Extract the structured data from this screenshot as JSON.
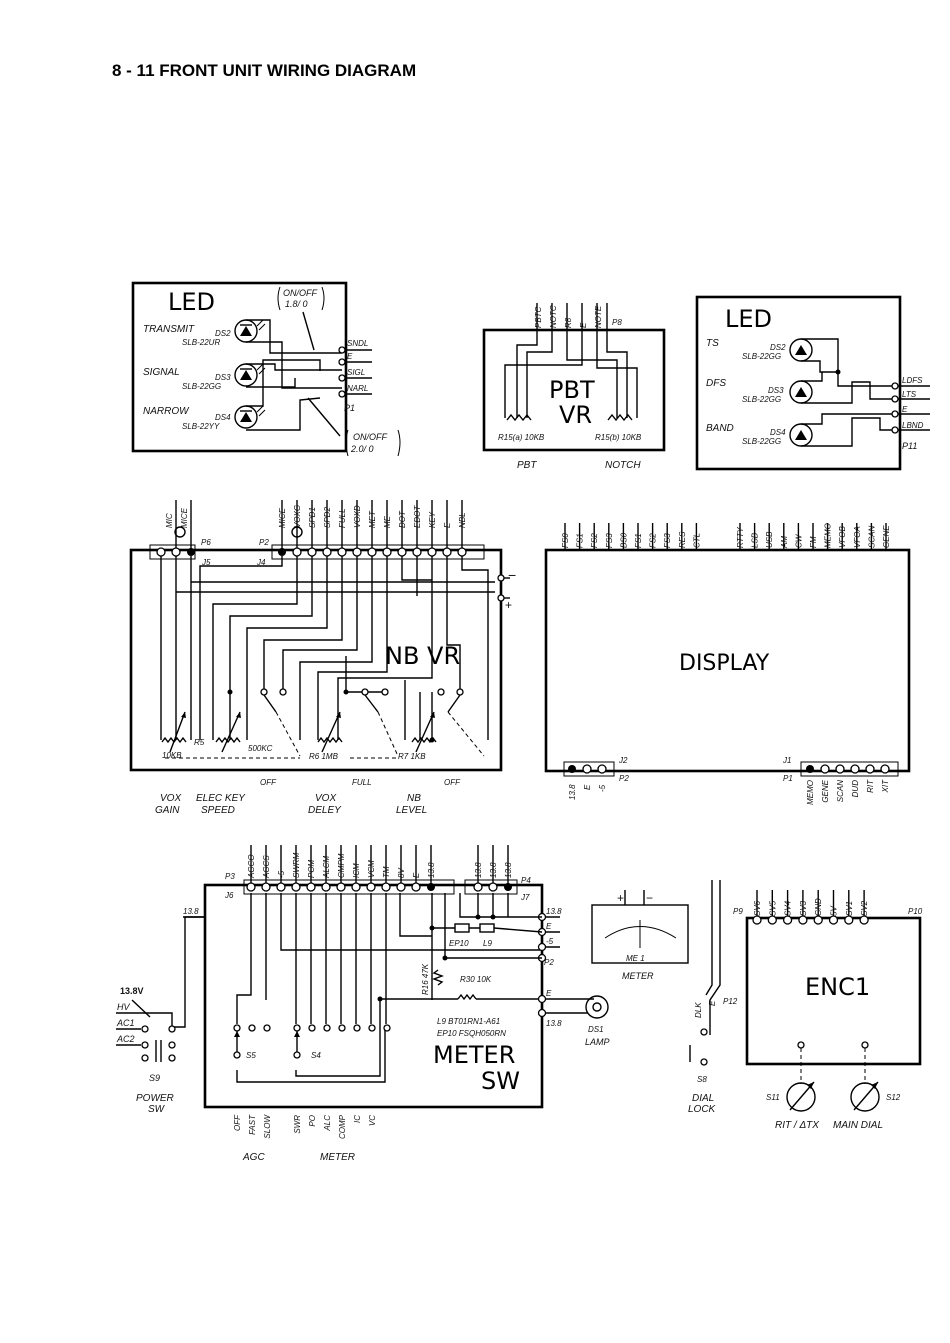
{
  "header": {
    "title": "8 - 11   FRONT UNIT WIRING DIAGRAM"
  },
  "led_left": {
    "title": "LED",
    "onoff_top": [
      "ON/OFF",
      "1.8/ 0"
    ],
    "onoff_bottom": [
      "ON/OFF",
      "2.0/ 0"
    ],
    "rows": [
      {
        "name": "TRANSMIT",
        "ds": "DS2",
        "part": "SLB-22UR"
      },
      {
        "name": "SIGNAL",
        "ds": "DS3",
        "part": "SLB-22GG"
      },
      {
        "name": "NARROW",
        "ds": "DS4",
        "part": "SLB-22YY"
      }
    ],
    "connector": "P1",
    "pins": [
      "SNDL",
      "E",
      "SIGL",
      "NARL"
    ]
  },
  "pbt": {
    "title_lines": [
      "PBT",
      "VR"
    ],
    "connector": "P8",
    "pins": [
      "PBTC",
      "NOTC",
      "R8",
      "E",
      "NOTE"
    ],
    "r_left": "R15(a) 10KB",
    "r_right": "R15(b) 10KB",
    "label_left": "PBT",
    "label_right": "NOTCH"
  },
  "led_right": {
    "title": "LED",
    "rows": [
      {
        "name": "TS",
        "ds": "DS2",
        "part": "SLB-22GG"
      },
      {
        "name": "DFS",
        "ds": "DS3",
        "part": "SLB-22GG"
      },
      {
        "name": "BAND",
        "ds": "DS4",
        "part": "SLB-22GG"
      }
    ],
    "connector": "P11",
    "pins": [
      "LDFS",
      "LTS",
      "E",
      "LBND"
    ]
  },
  "nb_board": {
    "title": "NB VR",
    "p6_pins": [
      "MIC",
      "MICE"
    ],
    "p6": "P6",
    "j5": "J5",
    "p2": "P2",
    "j4": "J4",
    "p2_pins": [
      "MICE",
      "VOXG",
      "SPD1",
      "SPD2",
      "FULL",
      "VOXD",
      "MET",
      "ME",
      "DOT",
      "EDOT",
      "KEY",
      "E",
      "NBL"
    ],
    "minus": "−",
    "plus": "+",
    "r5": "R5",
    "r5_val": "10KB",
    "r5b_val": "500KC",
    "r6": "R6 1MB",
    "r7": "R7 1KB",
    "sw_labels": [
      "OFF",
      "FULL",
      "OFF"
    ],
    "bottom_labels": [
      [
        "VOX",
        "GAIN"
      ],
      [
        "ELEC KEY",
        "SPEED"
      ],
      [
        "VOX",
        "DELEY"
      ],
      [
        "NB",
        "LEVEL"
      ]
    ]
  },
  "display": {
    "title": "DISPLAY",
    "top_pins_a": [
      "FS0",
      "FS1",
      "FS2",
      "FS3",
      "BS0",
      "FS1",
      "FS2",
      "FS3",
      "RES",
      "CTL"
    ],
    "top_pins_b": [
      "RTTY",
      "LSB",
      "USB",
      "AM",
      "CW",
      "FM",
      "MEMO",
      "VFOB",
      "VFOA",
      "SCAN",
      "GENE"
    ],
    "j2": "J2",
    "p2": "P2",
    "j2_pins": [
      "13.8",
      "E",
      "-5"
    ],
    "j1": "J1",
    "p1": "P1",
    "j1_pins": [
      "MEMO",
      "GENE",
      "SCAN",
      "DUD",
      "RIT",
      "XIT"
    ]
  },
  "meter": {
    "title_lines": [
      "METER",
      "SW"
    ],
    "p3": "P3",
    "j6": "J6",
    "p4": "P4",
    "j7": "J7",
    "p3_pins": [
      "AGCO",
      "AGCS",
      "-5",
      "SWRM",
      "POM",
      "ALCM",
      "CMPM",
      "ICM",
      "VCM",
      "TM",
      "8V",
      "E",
      "13.8"
    ],
    "p4_pins": [
      "13.8",
      "13.8",
      "13.8"
    ],
    "left_label": "13.8",
    "right_pins": [
      "13.8",
      "E",
      "-5"
    ],
    "p2": "P2",
    "ep10": "EP10",
    "l9": "L9",
    "r16": "R16 47K",
    "r30": "R30 10K",
    "parts_note": [
      "L9  BT01RN1-A61",
      "EP10  FSQH050RN"
    ],
    "e_label": "E",
    "bottom_right": "13.8",
    "s5": "S5",
    "s4": "S4",
    "agc_pins": [
      "OFF",
      "FAST",
      "SLOW"
    ],
    "meter_pins": [
      "SWR",
      "PO",
      "ALC",
      "COMP",
      "IC",
      "VC"
    ],
    "agc_label": "AGC",
    "meter_label": "METER"
  },
  "power": {
    "v": "13.8V",
    "hv": "HV",
    "ac1": "AC1",
    "ac2": "AC2",
    "s9": "S9",
    "label": [
      "POWER",
      "SW"
    ]
  },
  "meter_me1": {
    "plus": "+",
    "minus": "−",
    "label": "ME 1",
    "caption": "METER"
  },
  "lamp": {
    "ds": "DS1",
    "label": "LAMP"
  },
  "dial_lock": {
    "pins": [
      "DLK",
      "E"
    ],
    "connector": "P12",
    "sw": "S8",
    "label": [
      "DIAL",
      "LOCK"
    ]
  },
  "enc": {
    "title": "ENC1",
    "p9": "P9",
    "p10": "P10",
    "pins": [
      "SV6",
      "SV5",
      "SV4",
      "SV3",
      "GND",
      "5V",
      "SV1",
      "SV2"
    ],
    "s11": "S11",
    "s12": "S12",
    "label_left": "RIT / ΔTX",
    "label_right": "MAIN DIAL"
  }
}
